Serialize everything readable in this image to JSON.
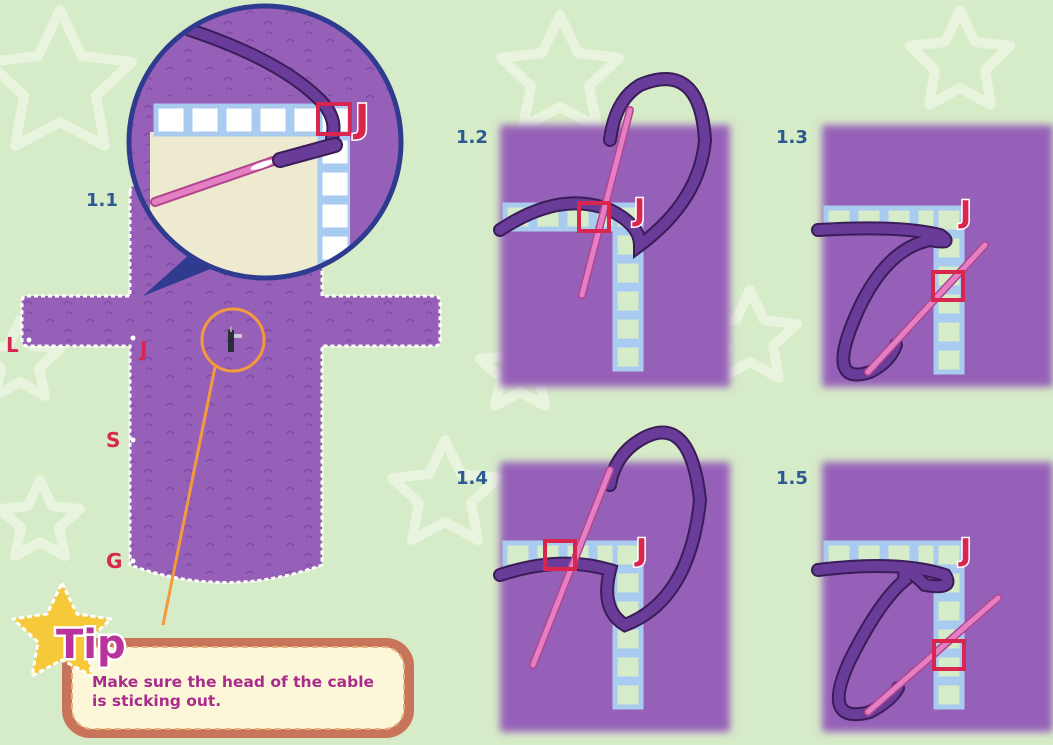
{
  "steps": {
    "s1": "1.1",
    "s2": "1.2",
    "s3": "1.3",
    "s4": "1.4",
    "s5": "1.5"
  },
  "points": {
    "L": "L",
    "J": "J",
    "S": "S",
    "G": "G"
  },
  "tip": {
    "label": "Tip",
    "line1": "Make sure the head of the cable",
    "line2": "is sticking out."
  },
  "colors": {
    "background": "#d6ebc8",
    "fabric": "#9660b8",
    "yarn": "#6a3c99",
    "needle": "#e57fc4",
    "plastic_grid": "#a9cbf0",
    "marker": "#d8264f",
    "tip_star": "#f6c93b",
    "tip_box": "#c7745a",
    "cable_circle": "#f39a3c"
  },
  "icons": {
    "cable": "audio-cable-head-icon",
    "star": "star-icon"
  }
}
